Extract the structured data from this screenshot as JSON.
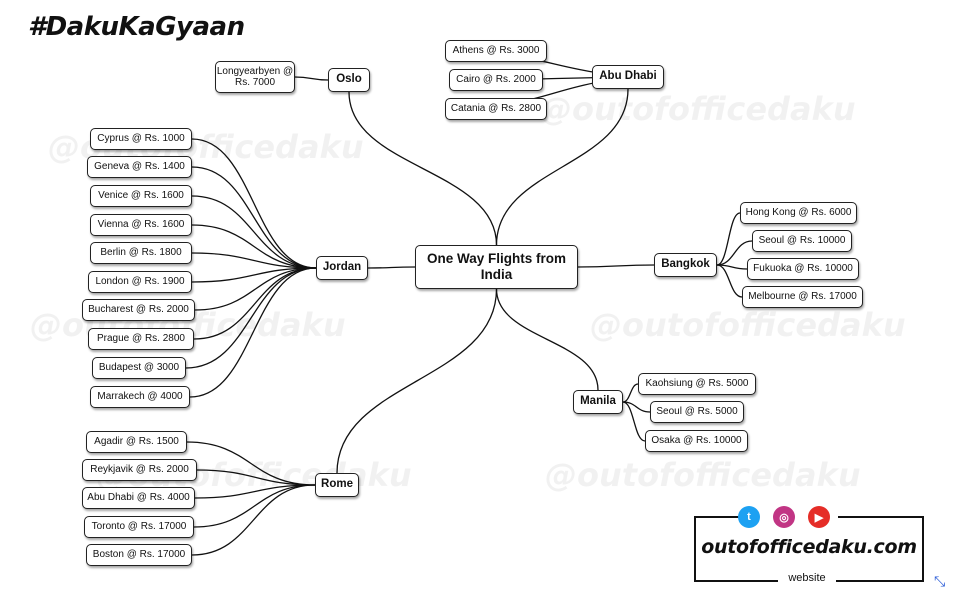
{
  "header": {
    "hashtag": "#DakuKaGyaan"
  },
  "watermark_text": "@outofofficedaku",
  "root": {
    "label": "One Way Flights from India"
  },
  "branches": [
    {
      "name": "Oslo",
      "destinations": [
        "Longyearbyen @ Rs. 7000"
      ]
    },
    {
      "name": "Abu Dhabi",
      "destinations": [
        "Athens @ Rs. 3000",
        "Cairo @ Rs. 2000",
        "Catania @ Rs. 2800"
      ]
    },
    {
      "name": "Jordan",
      "destinations": [
        "Cyprus @ Rs. 1000",
        "Geneva @ Rs. 1400",
        "Venice @ Rs. 1600",
        "Vienna @ Rs. 1600",
        "Berlin @ Rs. 1800",
        "London @ Rs. 1900",
        "Bucharest @ Rs. 2000",
        "Prague @ Rs. 2800",
        "Budapest @ 3000",
        "Marrakech @ 4000"
      ]
    },
    {
      "name": "Bangkok",
      "destinations": [
        "Hong Kong @ Rs. 6000",
        "Seoul @ Rs. 10000",
        "Fukuoka @ Rs. 10000",
        "Melbourne @ Rs. 17000"
      ]
    },
    {
      "name": "Manila",
      "destinations": [
        "Kaohsiung @ Rs. 5000",
        "Seoul @ Rs. 5000",
        "Osaka @ Rs. 10000"
      ]
    },
    {
      "name": "Rome",
      "destinations": [
        "Agadir @ Rs. 1500",
        "Reykjavik @ Rs. 2000",
        "Abu Dhabi @ Rs. 4000",
        "Toronto @ Rs. 17000",
        "Boston @ Rs. 17000"
      ]
    }
  ],
  "branding": {
    "site": "outofofficedaku.com",
    "caption": "website",
    "social": [
      {
        "icon": "twitter-icon",
        "color": "#1da1f2"
      },
      {
        "icon": "instagram-icon",
        "color": "#c13584"
      },
      {
        "icon": "youtube-icon",
        "color": "#e52d27"
      }
    ]
  }
}
